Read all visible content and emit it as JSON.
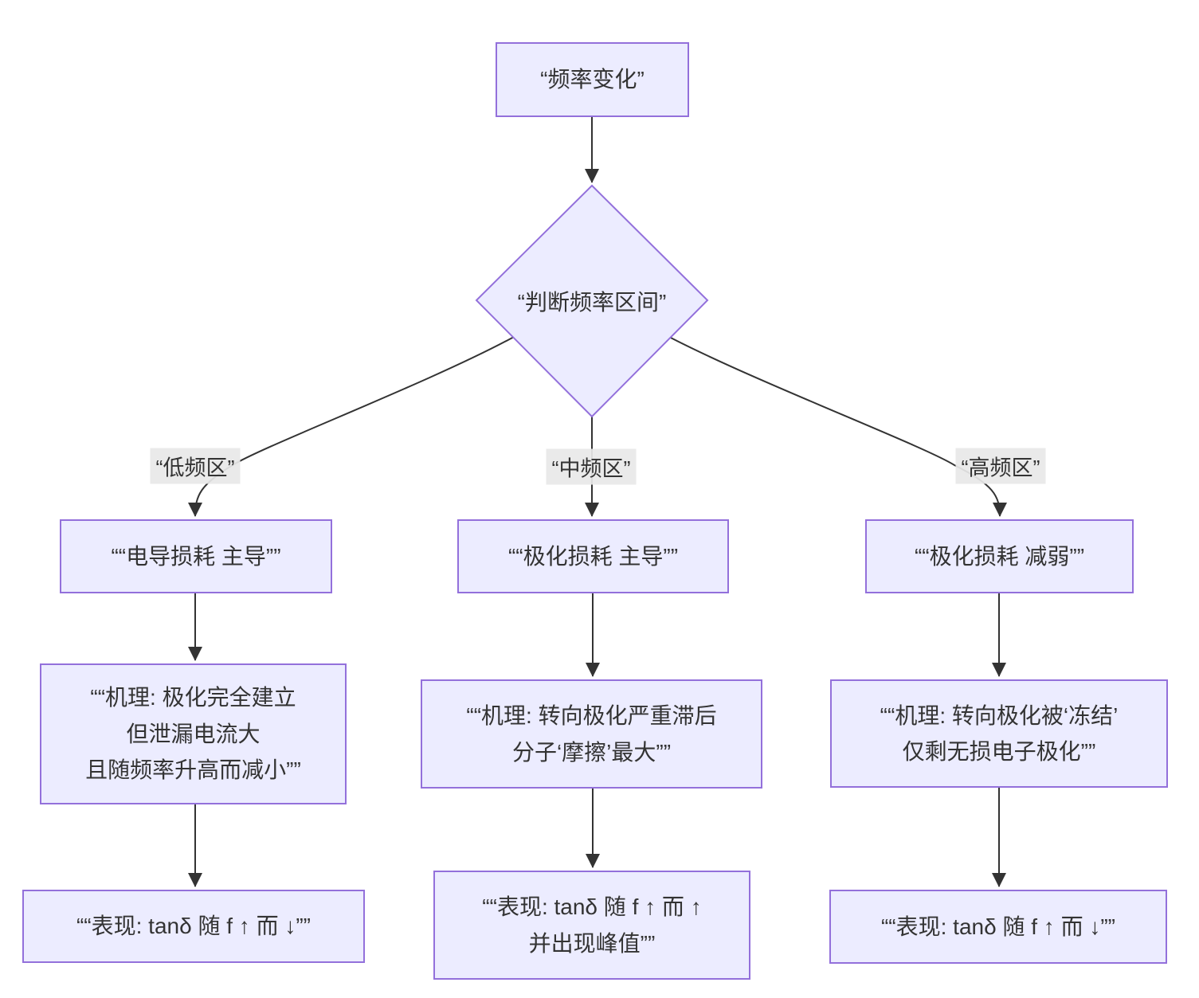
{
  "diagram": {
    "type": "flowchart",
    "direction": "top-down",
    "colors": {
      "node_fill": "#ECECFF",
      "node_border": "#9370DB",
      "edge_line": "#333333",
      "edge_label_bg": "#E8E8E8",
      "text": "#333333",
      "background": "#FFFFFF"
    },
    "nodes": {
      "root": {
        "label": "“频率变化”"
      },
      "decision": {
        "label": "“判断频率区间”"
      },
      "low_dominant": {
        "label": "““电导损耗 主导””"
      },
      "mid_dominant": {
        "label": "““极化损耗 主导””"
      },
      "high_dominant": {
        "label": "““极化损耗 减弱””"
      },
      "low_mechanism": {
        "lines": [
          "““机理: 极化完全建立",
          "但泄漏电流大",
          "且随频率升高而减小””"
        ]
      },
      "mid_mechanism": {
        "lines": [
          "““机理: 转向极化严重滞后",
          "分子‘摩擦’最大””"
        ]
      },
      "high_mechanism": {
        "lines": [
          "““机理: 转向极化被‘冻结’",
          "仅剩无损电子极化””"
        ]
      },
      "low_behavior": {
        "label": "““表现: tanδ 随 f ↑ 而 ↓””"
      },
      "mid_behavior": {
        "lines": [
          "““表现: tanδ 随 f ↑ 而 ↑",
          "并出现峰值””"
        ]
      },
      "high_behavior": {
        "label": "““表现: tanδ 随 f ↑ 而 ↓””"
      }
    },
    "edge_labels": {
      "low": "“低频区”",
      "mid": "“中频区”",
      "high": "“高频区”"
    }
  }
}
